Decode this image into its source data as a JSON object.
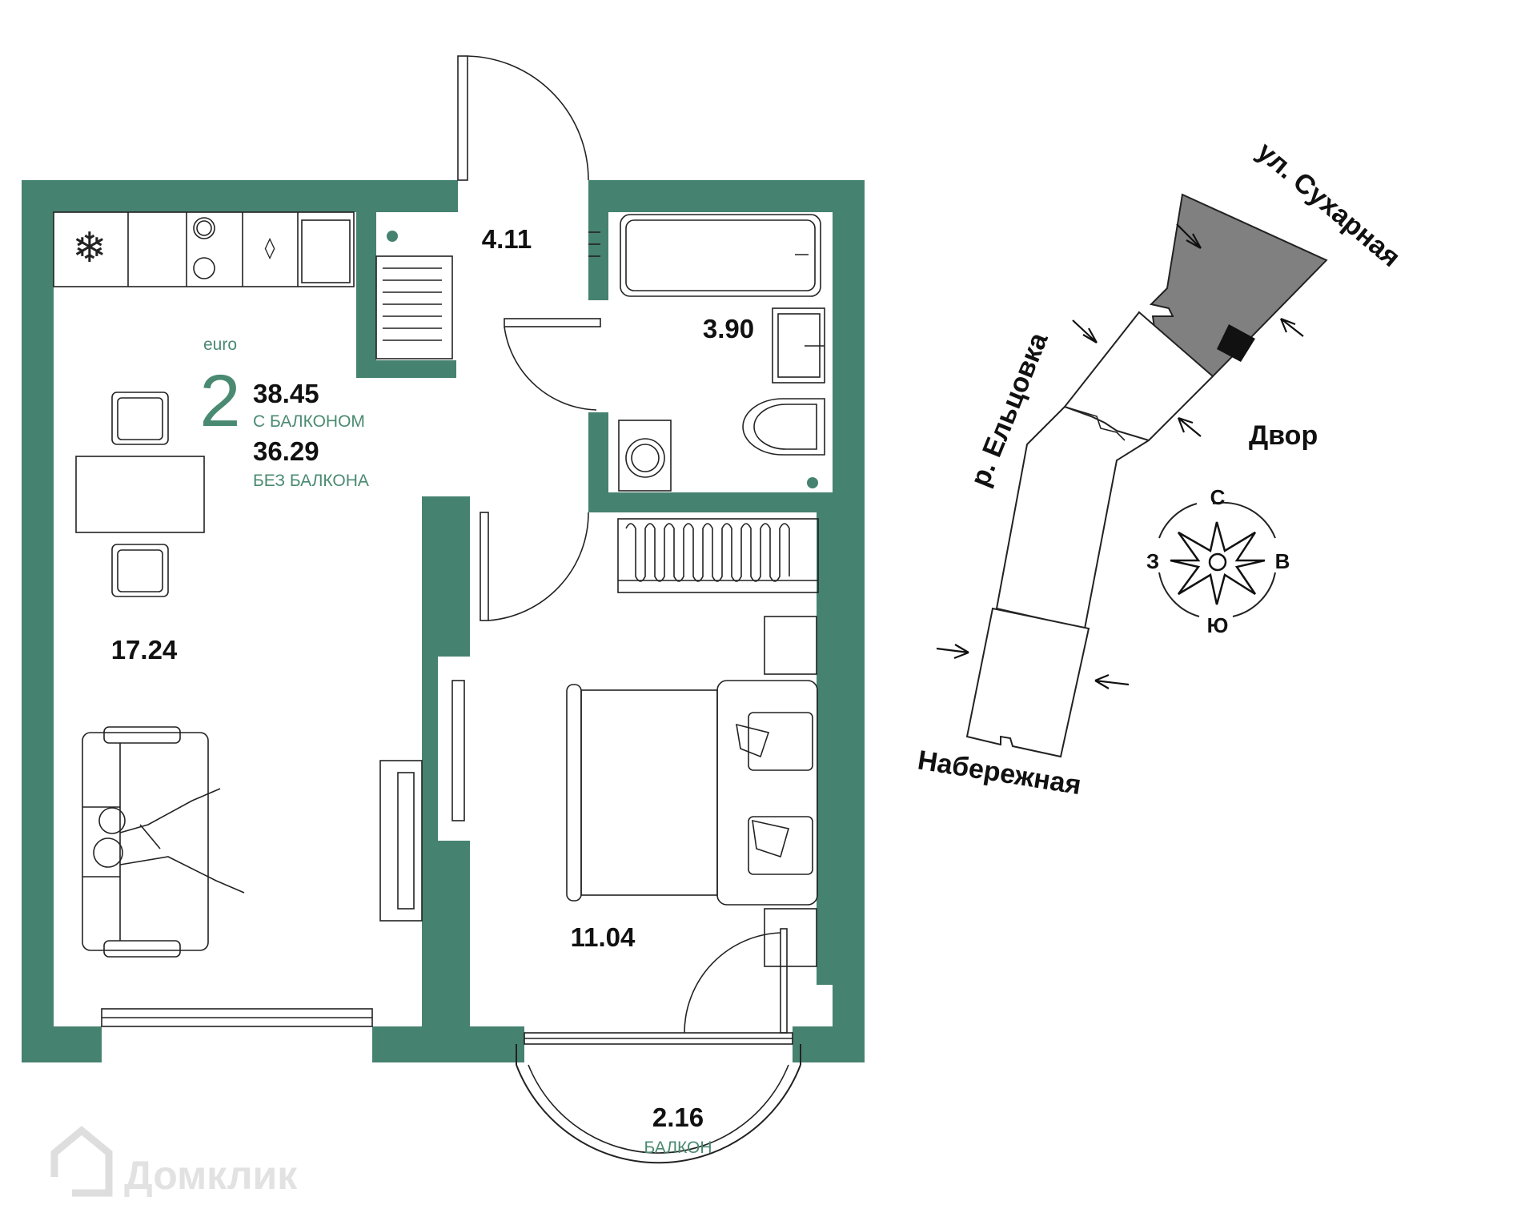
{
  "apartment": {
    "type_label": "euro",
    "rooms": "2",
    "area_with_balcony": "38.45",
    "with_balcony_label": "С БАЛКОНОМ",
    "area_without_balcony": "36.29",
    "without_balcony_label": "БЕЗ БАЛКОНА"
  },
  "rooms": {
    "living": "17.24",
    "hall": "4.11",
    "bathroom": "3.90",
    "bedroom": "11.04",
    "balcony": "2.16",
    "balcony_label": "БАЛКОН"
  },
  "site_plan": {
    "street_top": "ул. Сухарная",
    "river": "р. Ельцовка",
    "courtyard": "Двор",
    "embankment": "Набережная",
    "compass": {
      "north": "С",
      "south": "Ю",
      "west": "З",
      "east": "В"
    }
  },
  "watermark": "Домклик",
  "colors": {
    "wall": "#468270",
    "text_accent": "#4a8a72",
    "building": "#808080"
  }
}
